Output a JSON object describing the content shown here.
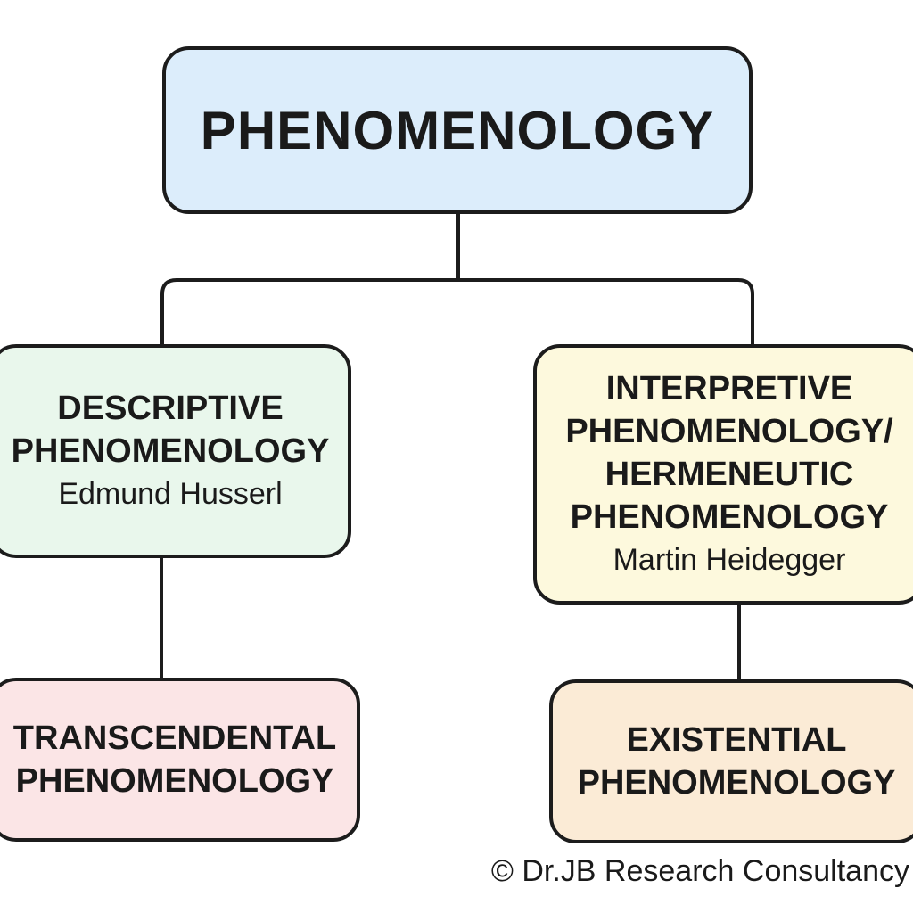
{
  "root": {
    "title": "PHENOMENOLOGY"
  },
  "descriptive": {
    "heading_lines": [
      "DESCRIPTIVE",
      "PHENOMENOLOGY"
    ],
    "person": "Edmund Husserl"
  },
  "interpretive": {
    "heading_lines": [
      "INTERPRETIVE",
      "PHENOMENOLOGY/",
      "HERMENEUTIC",
      "PHENOMENOLOGY"
    ],
    "person": "Martin Heidegger"
  },
  "transcendental": {
    "heading_lines": [
      "TRANSCENDENTAL",
      "PHENOMENOLOGY"
    ]
  },
  "existential": {
    "heading_lines": [
      "EXISTENTIAL",
      "PHENOMENOLOGY"
    ]
  },
  "footer": {
    "copyright": "© Dr.JB Research Consultancy"
  },
  "colors": {
    "root_fill": "#dcedfb",
    "descriptive_fill": "#e9f7ec",
    "interpretive_fill": "#fdf9dd",
    "transcendental_fill": "#fbe5e6",
    "existential_fill": "#fbebd6",
    "stroke": "#1c1c1c"
  }
}
